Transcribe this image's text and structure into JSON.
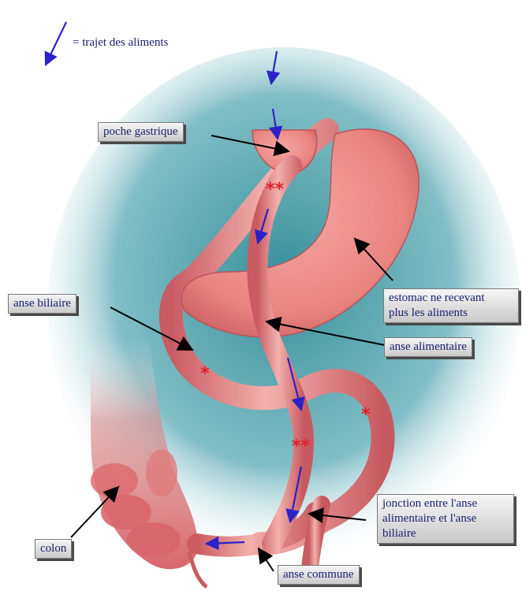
{
  "legend": {
    "text": "= trajet des aliments"
  },
  "labels": {
    "poche_gastrique": "poche gastrique",
    "anse_biliaire": "anse  biliaire",
    "estomac": "estomac ne recevant\n plus les aliments",
    "anse_alimentaire": "anse alimentaire",
    "jonction": "jonction entre l'anse\nalimentaire et l'anse\nbiliaire",
    "colon": "colon",
    "anse_commune": "anse commune"
  },
  "markers": {
    "double": "**",
    "single": "*"
  },
  "colors": {
    "flow_arrow": "#2a22c8",
    "pointer": "#000000",
    "tissue": "#e98a8a",
    "marker": "#e0202a",
    "label_text": "#1a1f6e",
    "backdrop": "#2e8a96"
  }
}
